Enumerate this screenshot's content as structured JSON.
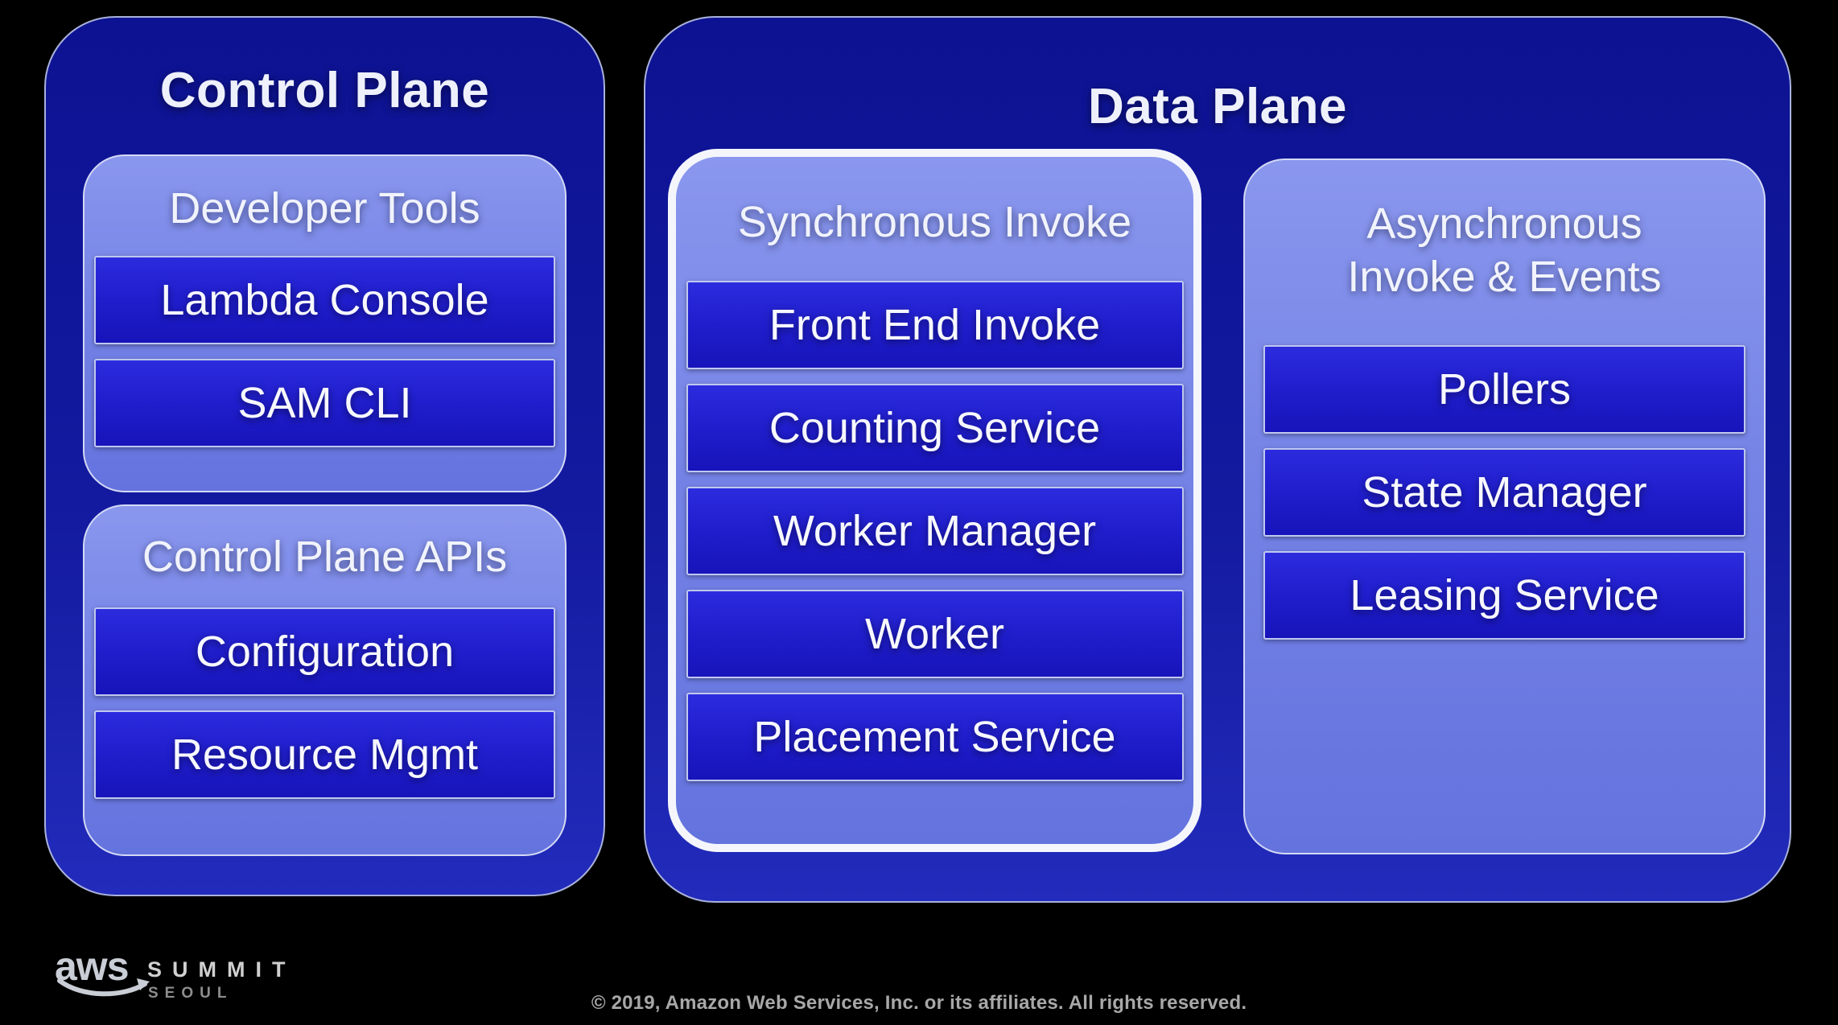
{
  "colors": {
    "background": "#000000",
    "outer_plane_blue": "#121A9E",
    "inner_box_periwinkle": "#7886E6",
    "item_box_blue": "#1F1DC9",
    "highlight_border_white": "#F4F6FC",
    "title_text": "#F1F3FC",
    "footer_text_gray": "#A8A8A8"
  },
  "control_plane": {
    "title": "Control Plane",
    "developer_tools": {
      "title": "Developer Tools",
      "items": [
        "Lambda Console",
        "SAM CLI"
      ]
    },
    "control_plane_apis": {
      "title": "Control Plane APIs",
      "items": [
        "Configuration",
        "Resource Mgmt"
      ]
    }
  },
  "data_plane": {
    "title": "Data Plane",
    "synchronous_invoke": {
      "title": "Synchronous Invoke",
      "items": [
        "Front End Invoke",
        "Counting Service",
        "Worker Manager",
        "Worker",
        "Placement Service"
      ]
    },
    "asynchronous_invoke": {
      "title": "Asynchronous Invoke & Events",
      "items": [
        "Pollers",
        "State Manager",
        "Leasing Service"
      ]
    }
  },
  "footer": {
    "logo_text": "aws",
    "summit": "SUMMIT",
    "city": "SEOUL",
    "copyright": "© 2019, Amazon Web Services, Inc. or its affiliates. All rights reserved."
  }
}
